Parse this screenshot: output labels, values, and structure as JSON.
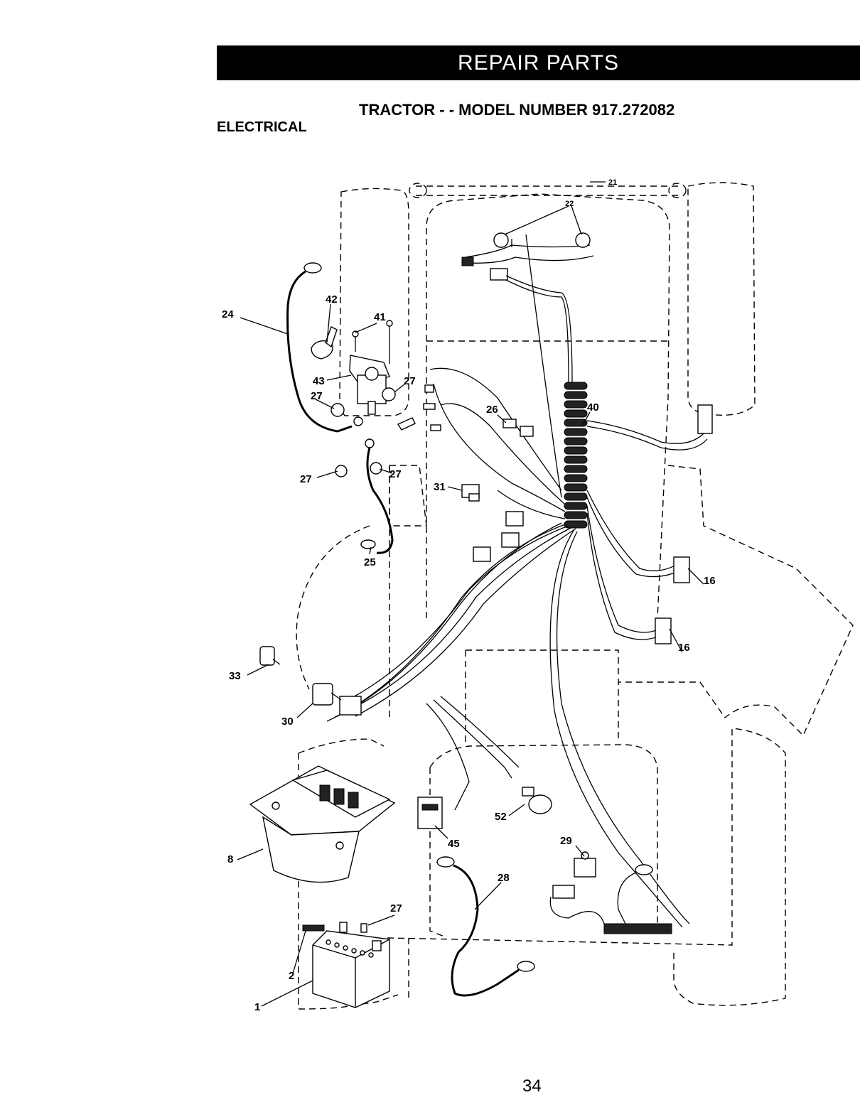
{
  "header": {
    "banner_title": "REPAIR PARTS",
    "model_line": "TRACTOR - - MODEL NUMBER 917.272082",
    "section_title": "ELECTRICAL"
  },
  "diagram": {
    "callouts": {
      "p22": "22",
      "p21": "21",
      "p24": "24",
      "p42": "42",
      "p41": "41",
      "p43": "43",
      "p27a": "27",
      "p27b": "27",
      "p27c": "27",
      "p27d": "27",
      "p27e": "27",
      "p26": "26",
      "p40": "40",
      "p31": "31",
      "p25": "25",
      "p16a": "16",
      "p16b": "16",
      "p33": "33",
      "p30": "30",
      "p8": "8",
      "p45": "45",
      "p52": "52",
      "p29": "29",
      "p28": "28",
      "p2": "2",
      "p1": "1"
    }
  },
  "footer": {
    "page_number": "34"
  }
}
